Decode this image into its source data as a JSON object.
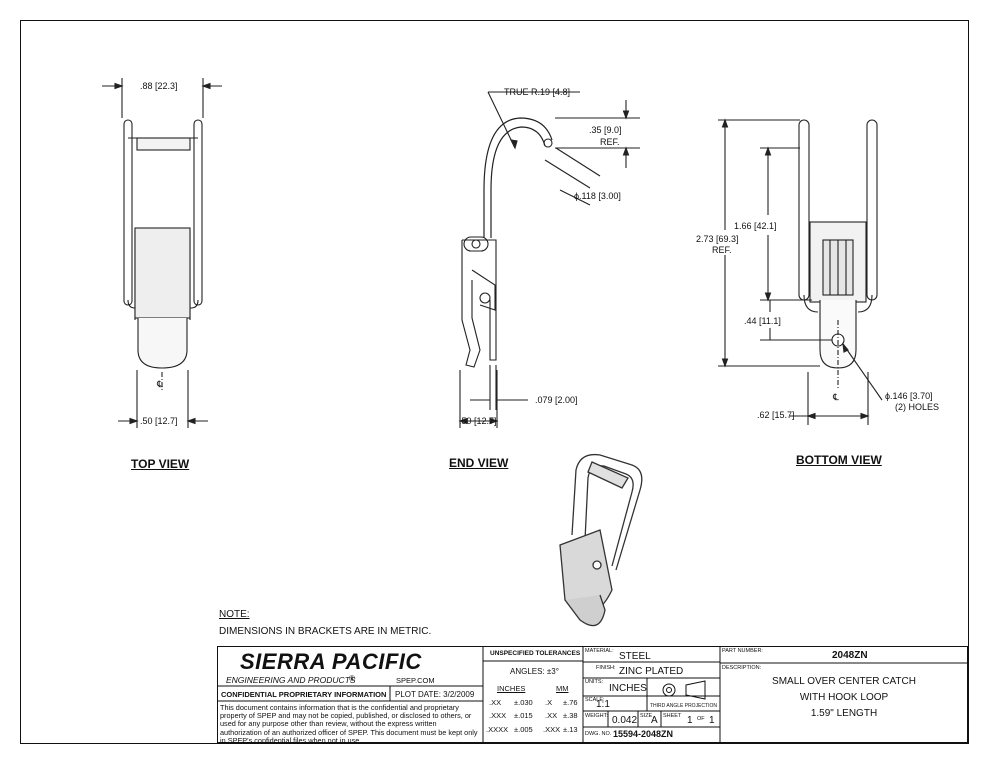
{
  "views": {
    "top": {
      "title": "TOP VIEW",
      "dim_width_top": ".88 [22.3]",
      "dim_width_bottom": ".50 [12.7]",
      "centerline": "℄"
    },
    "end": {
      "title": "END VIEW",
      "dim_radius": "TRUE R.19 [4.8]",
      "dim_tip": ".35 [9.0]",
      "dim_tip_ref": "REF.",
      "dim_wire": "ϕ.118 [3.00]",
      "dim_thickness": ".079 [2.00]",
      "dim_base": ".50 [12.7]"
    },
    "bottom": {
      "title": "BOTTOM VIEW",
      "dim_overall": "2.73 [69.3]",
      "dim_overall_ref": "REF.",
      "dim_mid": "1.66 [42.1]",
      "dim_hole_pos": ".44 [11.1]",
      "dim_hole": "ϕ.146 [3.70]",
      "dim_hole_count": "(2) HOLES",
      "dim_width": ".62 [15.7]",
      "centerline": "℄"
    }
  },
  "notes": {
    "heading": "NOTE:",
    "text": "DIMENSIONS IN BRACKETS ARE IN METRIC."
  },
  "title_block": {
    "company": "SIERRA PACIFIC",
    "division": "ENGINEERING AND PRODUCTS",
    "website": "SPEP.COM",
    "confidential_header": "CONFIDENTIAL PROPRIETARY INFORMATION",
    "plot_date": "PLOT DATE:  3/2/2009",
    "confidential_text": "This document contains information that is the confidential and proprietary property of SPEP and may not be copied, published, or disclosed to others, or used for any purpose  other than review, without the express written authorization of an authorized officer of SPEP. This document must be kept only in SPEP's confidential files when not in use.",
    "tolerances": {
      "heading": "UNSPECIFIED TOLERANCES",
      "angles": "ANGLES: ±3°",
      "inches_label": "INCHES",
      "mm_label": "MM",
      "rows": [
        {
          "in_fmt": ".XX",
          "in_tol": "±.030",
          "mm_fmt": ".X",
          "mm_tol": "±.76"
        },
        {
          "in_fmt": ".XXX",
          "in_tol": "±.015",
          "mm_fmt": ".XX",
          "mm_tol": "±.38"
        },
        {
          "in_fmt": ".XXXX",
          "in_tol": "±.005",
          "mm_fmt": ".XXX",
          "mm_tol": "±.13"
        }
      ]
    },
    "material_label": "MATERIAL:",
    "material": "STEEL",
    "finish_label": "FINISH:",
    "finish": "ZINC PLATED",
    "units_label": "UNITS:",
    "units": "INCHES",
    "scale_label": "SCALE:",
    "scale": "1:1",
    "projection_label": "THIRD ANGLE PROJECTION",
    "weight_label": "WEIGHT:",
    "weight": "0.042",
    "size_label": "SIZE",
    "size": "A",
    "sheet_label": "SHEET",
    "sheet": "1",
    "of_label": "OF",
    "sheet_total": "1",
    "dwg_label": "DWG. NO.",
    "dwg_no": "15594-2048ZN",
    "part_number_label": "PART NUMBER:",
    "part_number": "2048ZN",
    "description_label": "DESCRIPTION:",
    "description_lines": [
      "SMALL OVER CENTER CATCH",
      "WITH HOOK LOOP",
      "1.59\" LENGTH"
    ]
  }
}
